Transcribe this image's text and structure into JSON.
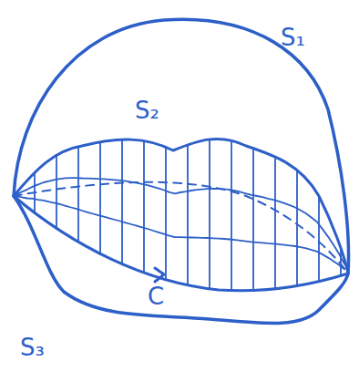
{
  "diagram": {
    "labels": [
      "S₁",
      "S₂",
      "C",
      "S₃"
    ]
  }
}
